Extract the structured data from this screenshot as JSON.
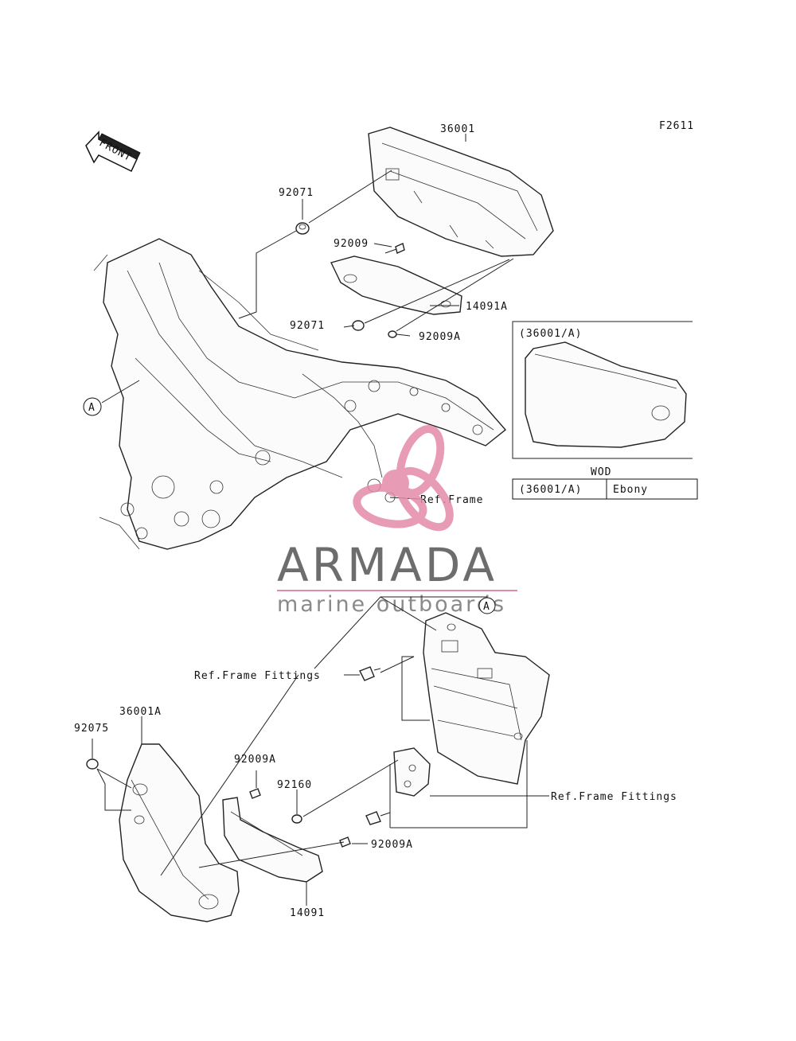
{
  "diagram": {
    "figure_code": "F2611",
    "front_arrow": "FRONT",
    "callouts": {
      "c36001": "36001",
      "c92071_top": "92071",
      "c92009": "92009",
      "c14091A": "14091A",
      "c92071_mid": "92071",
      "c92009A_top": "92009A",
      "c_ref_frame": "Ref.Frame",
      "c_ref_fittings_1": "Ref.Frame Fittings",
      "c36001A": "36001A",
      "c92075": "92075",
      "c92009A_mid": "92009A",
      "c92160": "92160",
      "c92009A_low": "92009A",
      "c14091": "14091",
      "c_ref_fittings_2": "Ref.Frame Fittings"
    },
    "ref_marker_upper": "A",
    "ref_marker_lower": "A",
    "inset_label": "(36001/A)",
    "color_table": {
      "header": "WOD",
      "row_part": "(36001/A)",
      "row_color": "Ebony"
    }
  },
  "watermark": {
    "brand": "ARMADA",
    "tagline": "marine outboards",
    "accent_color": "#e48aa8"
  }
}
